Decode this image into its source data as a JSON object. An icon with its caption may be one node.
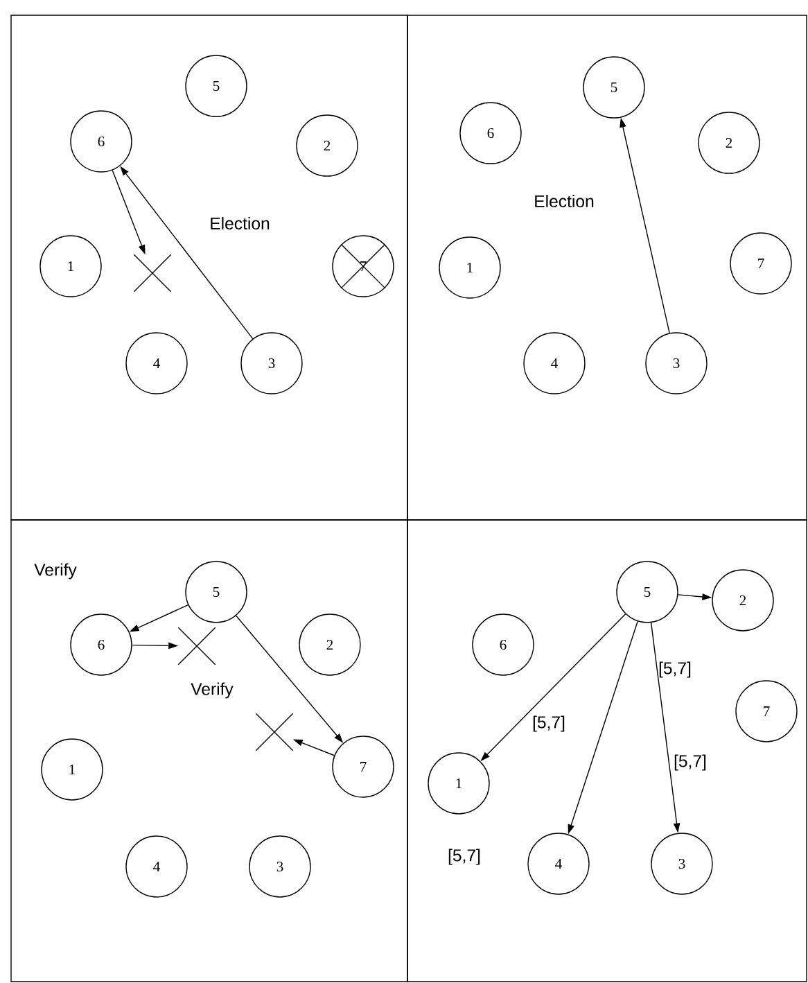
{
  "diagram": {
    "nodes": [
      {
        "text": [],
        "shape": "box"
      },
      {
        "text": [
          "5"
        ],
        "in": 0
      },
      {
        "text": [
          "6"
        ],
        "in": 0
      },
      {
        "text": [
          "2"
        ],
        "in": 0
      },
      {
        "text": [
          "1"
        ],
        "in": 0
      },
      {
        "text": [],
        "shape": "cross",
        "in": 0
      },
      {
        "text": [
          "7"
        ],
        "in": 0
      },
      {
        "text": [
          "4"
        ],
        "in": 0
      },
      {
        "text": [
          "3"
        ],
        "in": 0
      },
      {
        "text": [],
        "shape": "box"
      },
      {
        "text": [
          "5"
        ],
        "in": 9
      },
      {
        "text": [
          "6"
        ],
        "in": 9
      },
      {
        "text": [
          "2"
        ],
        "in": 9
      },
      {
        "text": [
          "1"
        ],
        "in": 9
      },
      {
        "text": [
          "7"
        ],
        "in": 9
      },
      {
        "text": [
          "4"
        ],
        "in": 9
      },
      {
        "text": [
          "3"
        ],
        "in": 9
      },
      {
        "text": [],
        "shape": "box"
      },
      {
        "text": [
          "5"
        ],
        "in": 17
      },
      {
        "text": [
          "6"
        ],
        "in": 17
      },
      {
        "text": [],
        "shape": "cross",
        "in": 17
      },
      {
        "text": [
          "2"
        ],
        "in": 17
      },
      {
        "text": [],
        "shape": "cross",
        "in": 17
      },
      {
        "text": [
          "1"
        ],
        "in": 17
      },
      {
        "text": [
          "7"
        ],
        "in": 17
      },
      {
        "text": [
          "4"
        ],
        "in": 17
      },
      {
        "text": [
          "3"
        ],
        "in": 17
      },
      {
        "text": [],
        "shape": "box"
      },
      {
        "text": [
          "5"
        ],
        "in": 27
      },
      {
        "text": [
          "2"
        ],
        "in": 27
      },
      {
        "text": [
          "6"
        ],
        "in": 27
      },
      {
        "text": [
          "7"
        ],
        "in": 27
      },
      {
        "text": [
          "1"
        ],
        "in": 27
      },
      {
        "text": [
          "4"
        ],
        "in": 27
      },
      {
        "text": [
          "3"
        ],
        "in": 27
      }
    ],
    "edges": [
      {
        "from": 2,
        "to": 5,
        "arrow": "to"
      },
      {
        "from": 8,
        "to": 2,
        "arrow": "to"
      },
      {
        "from": 16,
        "to": 10,
        "arrow": "to"
      },
      {
        "from": 18,
        "to": 19,
        "arrow": "to"
      },
      {
        "from": 19,
        "to": 20,
        "arrow": "to"
      },
      {
        "from": 18,
        "to": 24,
        "arrow": "to"
      },
      {
        "from": 24,
        "to": 22,
        "arrow": "to"
      },
      {
        "from": 28,
        "to": 29,
        "arrow": "to"
      },
      {
        "from": 28,
        "to": 32,
        "arrow": "to"
      },
      {
        "from": 28,
        "to": 33,
        "arrow": "to"
      },
      {
        "from": 28,
        "to": 34,
        "arrow": "to"
      }
    ],
    "labels": [
      "Election",
      "Election",
      "Verify",
      "Verify",
      "[5,7]",
      "[5,7]",
      "[5,7]",
      "[5,7]"
    ]
  }
}
